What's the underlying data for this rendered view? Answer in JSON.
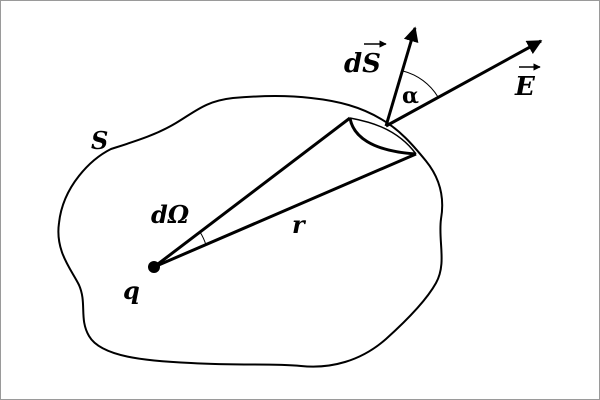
{
  "labels": {
    "surface": "S",
    "charge": "q",
    "radius": "r",
    "solid_angle": "dΩ",
    "area_element": "dS",
    "field": "E",
    "angle": "α"
  }
}
